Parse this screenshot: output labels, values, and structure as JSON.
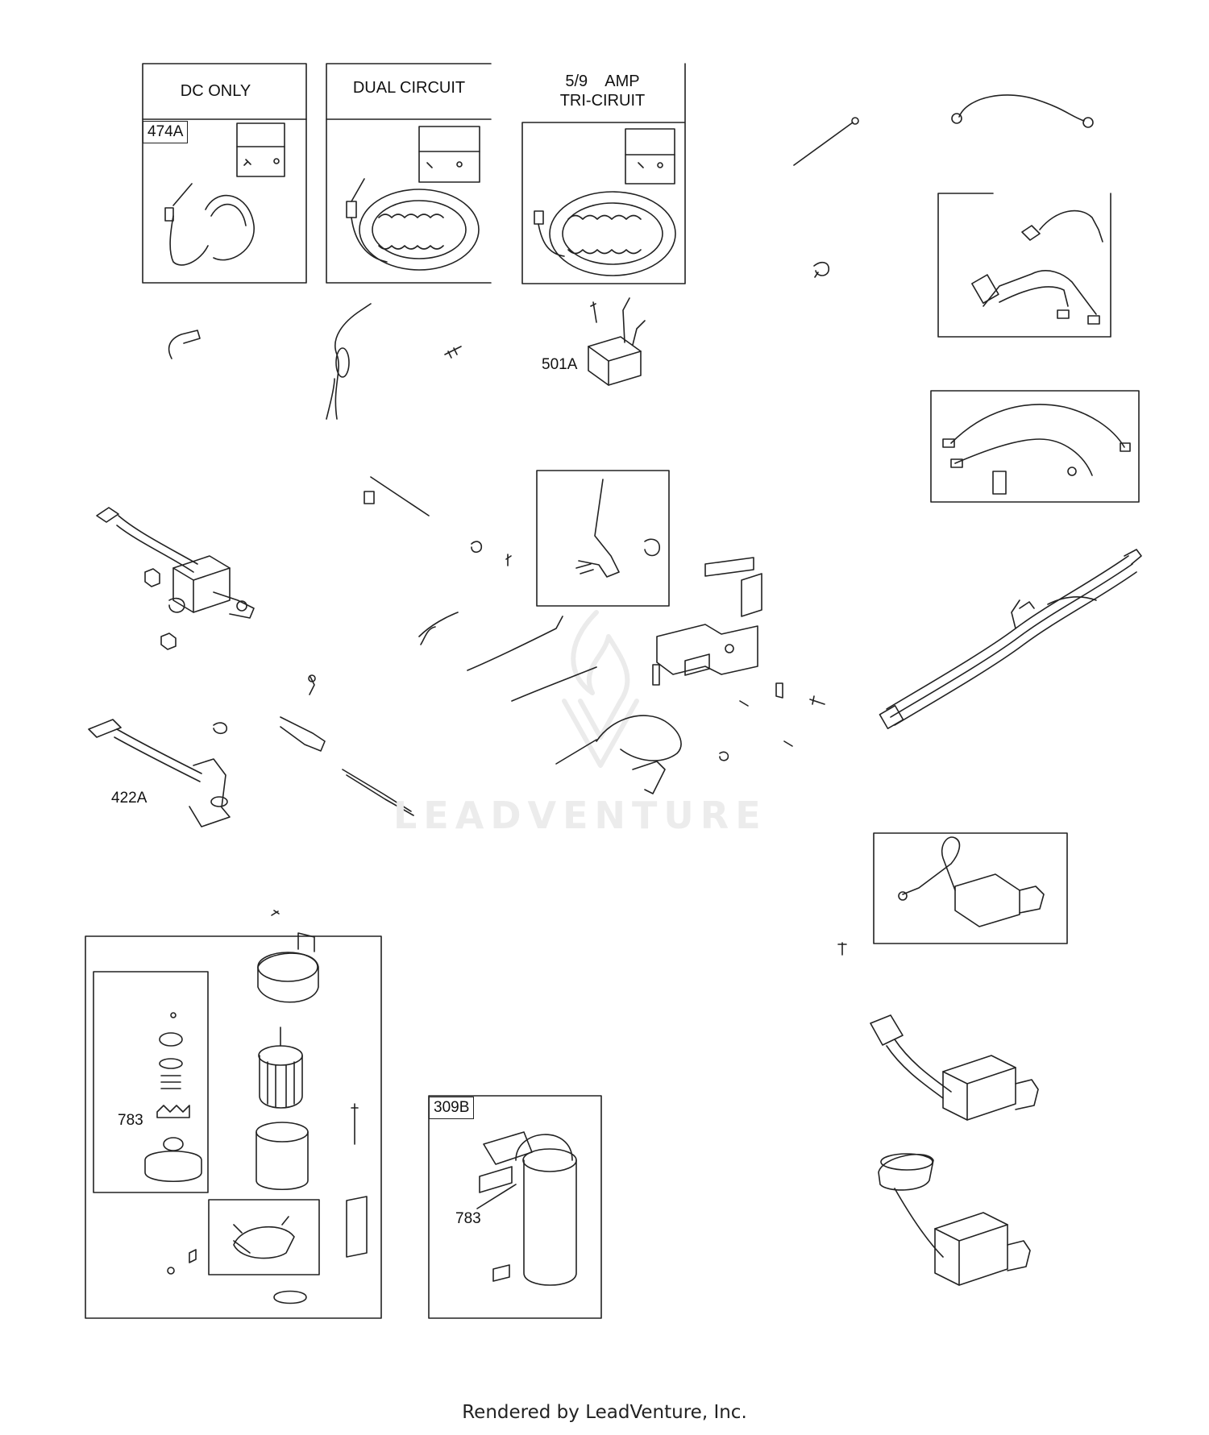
{
  "groups": {
    "dc_only": {
      "header": "DC ONLY",
      "part": "474A"
    },
    "dual_circuit": {
      "header": "DUAL CIRCUIT"
    },
    "tri_circuit": {
      "header_line1": "5/9    AMP",
      "header_line2": "TRI-CIRUIT"
    }
  },
  "callouts": {
    "rectifier": "501A",
    "starter_cable": "422A",
    "starter_gear_kit": "783",
    "starter_motor": "309B",
    "starter_motor_gear": "783"
  },
  "watermark": {
    "brand": "LEADVENTURE"
  },
  "footer": {
    "text": "Rendered by LeadVenture, Inc."
  },
  "colors": {
    "line": "#222222",
    "watermark": "#ececec",
    "background": "#ffffff"
  }
}
